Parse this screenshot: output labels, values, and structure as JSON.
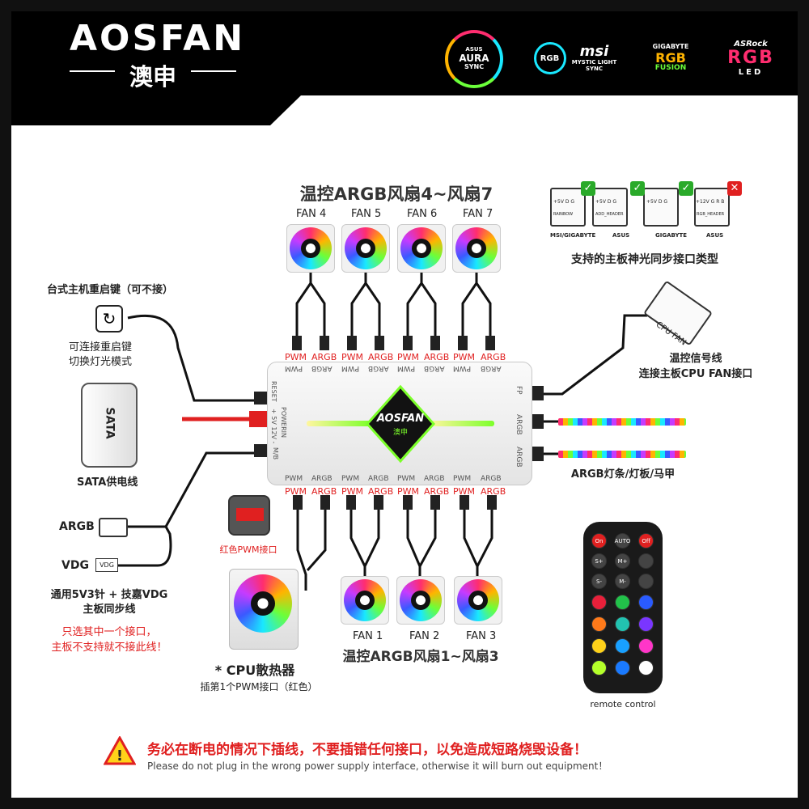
{
  "brand": {
    "name": "AOSFAN",
    "chinese": "澳申",
    "hub_logo": "AOSFAN",
    "hub_logo_cn": "澳申"
  },
  "sync_logos": [
    {
      "line1": "ASUS",
      "line2": "AURA",
      "line3": "SYNC"
    },
    {
      "line1": "RGB",
      "line2": "msi",
      "line3": "MYSTIC LIGHT SYNC"
    },
    {
      "line1": "GIGABYTE",
      "line2": "RGB",
      "line3": "FUSION"
    },
    {
      "line1": "ASRock",
      "line2": "RGB",
      "line3": "LED"
    }
  ],
  "top_fans": {
    "title": "温控ARGB风扇4~风扇7",
    "labels": [
      "FAN 4",
      "FAN 5",
      "FAN 6",
      "FAN 7"
    ]
  },
  "bottom_fans": {
    "title": "温控ARGB风扇1~风扇3",
    "labels": [
      "FAN 1",
      "FAN 2",
      "FAN 3"
    ]
  },
  "connector_types": {
    "caption": "支持的主板神光同步接口类型",
    "items": [
      {
        "label": "MSI/GIGABYTE",
        "pins": "+5V D G",
        "sub": "RAINBOW",
        "supported": true
      },
      {
        "label": "ASUS",
        "pins": "+5V D G",
        "sub": "ADD_HEADER",
        "supported": true
      },
      {
        "label": "GIGABYTE",
        "pins": "+5V D G",
        "sub": "",
        "supported": true
      },
      {
        "label": "ASUS",
        "pins": "+12V G R B",
        "sub": "RGB_HEADER",
        "supported": false
      }
    ]
  },
  "reset": {
    "title": "台式主机重启键（可不接）",
    "line1": "可连接重启键",
    "line2": "切换灯光模式"
  },
  "sata": {
    "plug": "SATA",
    "caption": "SATA供电线"
  },
  "argb_header": {
    "argb": "ARGB",
    "vdg": "VDG",
    "vdg_plug": "VDG",
    "line1": "通用5V3针 + 技嘉VDG",
    "line2": "主板同步线",
    "warn1": "只选其中一个接口，",
    "warn2": "主板不支持就不接此线！"
  },
  "cpu_fan": {
    "plug": "CPU FAN",
    "line1": "温控信号线",
    "line2": "连接主板CPU FAN接口"
  },
  "argb_strips": {
    "caption": "ARGB灯条/灯板/马甲"
  },
  "red_pwm": {
    "caption": "红色PWM接口"
  },
  "cpu_cooler": {
    "title": "* CPU散热器",
    "sub": "插第1个PWM接口（红色）"
  },
  "hub": {
    "top_ports": [
      "PWM",
      "ARGB",
      "PWM",
      "ARGB",
      "PWM",
      "ARGB",
      "PWM",
      "ARGB"
    ],
    "bottom_ports": [
      "PWM",
      "ARGB",
      "PWM",
      "ARGB",
      "PWM",
      "ARGB",
      "PWM",
      "ARGB"
    ],
    "left_labels": [
      "RESET",
      "POWERIN",
      "+ 5V 12V -",
      "M/B"
    ],
    "right_labels": [
      "FP",
      "ARGB",
      "ARGB"
    ]
  },
  "remote": {
    "caption": "remote control",
    "buttons": [
      "On",
      "AUTO",
      "Off",
      "S+",
      "M+",
      "",
      "S-",
      "M-",
      ""
    ],
    "colors": [
      "#e8203a",
      "#22c24a",
      "#2a5bff",
      "#ff7a1a",
      "#22c2b0",
      "#7a36ff",
      "#ffd21a",
      "#18a0ff",
      "#ff36c8",
      "#b4ff2a",
      "#1a7aff",
      "#ffffff"
    ]
  },
  "warning": {
    "cn": "务必在断电的情况下插线，不要插错任何接口，以免造成短路烧毁设备！",
    "en": "Please do not plug in the wrong power supply interface, otherwise it will burn out equipment！"
  },
  "colors": {
    "accent_red": "#e02020",
    "header_black": "#000000",
    "hub_green": "#7cff2a"
  }
}
